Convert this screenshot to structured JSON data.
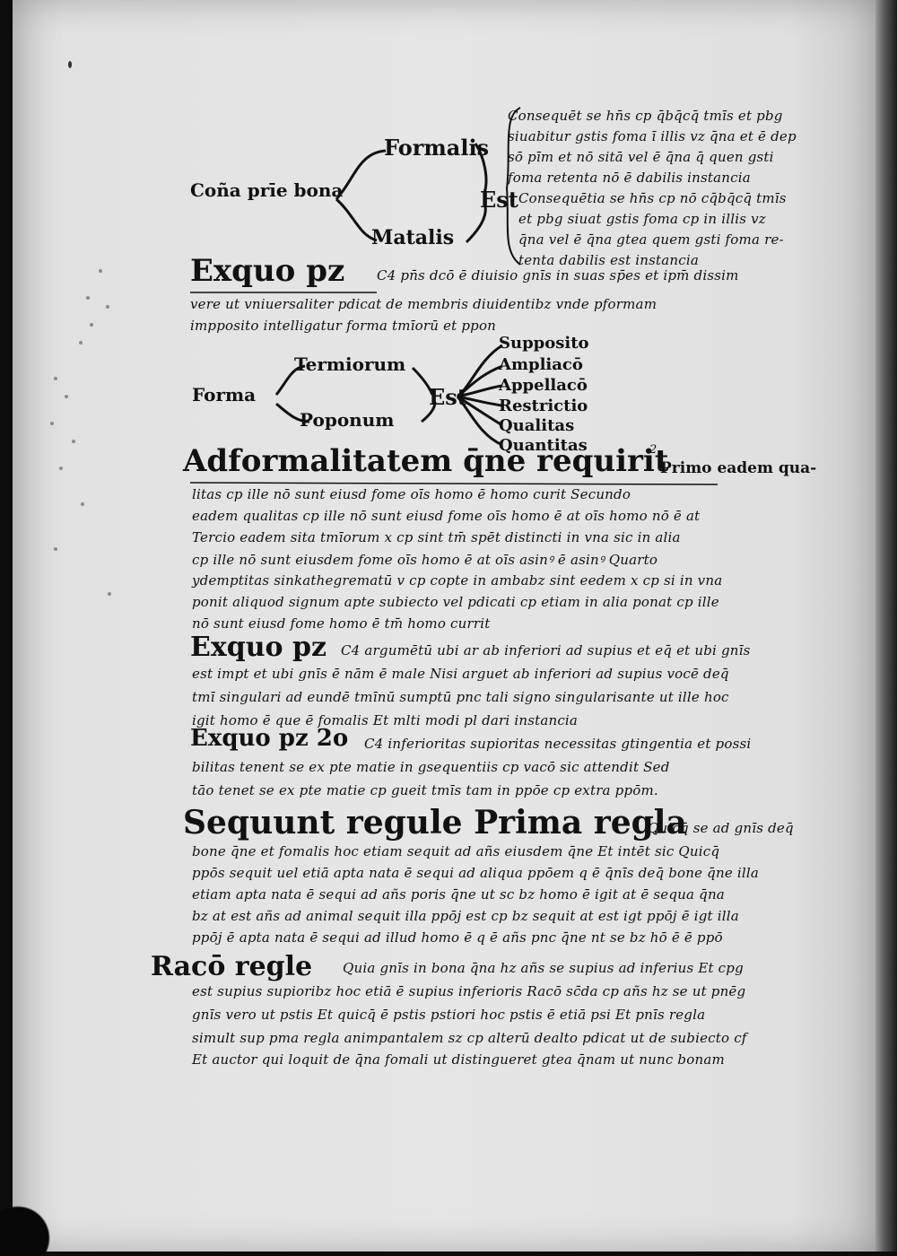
{
  "diagram1": {
    "root": "Coña prīe bona",
    "branch_top": "Formalis",
    "branch_bottom": "Matalis",
    "joiner": "Est",
    "def_top": [
      "Consequēt se hn̄s cp q̄bq̄cq̄ tmīs et pbg",
      "siuabitur gstis foma ī illis vz q̄na et ē dep",
      "sō pīm et nō sitā vel ē q̄na q̄ quen gsti",
      "foma retenta nō ē dabilis instancia"
    ],
    "def_bottom": [
      "Consequētia se hn̄s cp nō cq̄bq̄cq̄ tmīs",
      "et pbg siuat gstis foma cp in illis vz",
      "q̄na vel ē q̄na gtea quem gsti foma re-",
      "tenta dabilis est instancia"
    ]
  },
  "para1": {
    "head": "Exquo pz",
    "lines": [
      "C4 pn̄s dcō ē diuisio gnīs in suas sp̄es et ipm̄ dissim",
      "vere ut vniuersaliter pdicat de membris diuidentibz vnde pformam",
      "impposito intelligatur forma tmīorū et ppon"
    ]
  },
  "diagram2": {
    "root": "Forma",
    "branch_top": "Termiorum",
    "branch_bottom": "Poponum",
    "joiner": "Est",
    "leaves": [
      "Supposito",
      "Ampliacō",
      "Appellacō",
      "Restrictio",
      "Qualitas",
      "Quantitas"
    ]
  },
  "para2": {
    "head": "Adformalitatem q̄ne requirit",
    "superscript": "2",
    "first_tail": "Primo eadem qua-",
    "lines": [
      "litas cp ille nō sunt eiusd fome oīs homo ē homo curit Secundo",
      "eadem qualitas cp ille nō sunt eiusd fome oīs homo ē at oīs homo nō ē at",
      "Tercio eadem sita tmīorum x cp sint tm̄ spēt distincti in vna sic in alia",
      "cp ille nō sunt eiusdem fome oīs homo ē at oīs asinꝰ ē asinꝰ Quarto",
      "ydemptitas sinkathegrematū v cp copte in ambabz sint eedem x cp si in vna",
      "ponit aliquod signum apte subiecto vel pdicati cp etiam in alia ponat cp ille",
      "nō sunt eiusd fome homo ē tm̄ homo currit"
    ]
  },
  "para3": {
    "head": "Exquo pz",
    "lines": [
      "C4 argumētū ubi ar ab inferiori ad supius et eq̄ et ubi gnīs",
      "est impt et ubi gnīs ē nām ē male Nisi arguet ab inferiori ad supius vocē deq̄",
      "tmī singulari ad eundē tmīnū sumptū pnc tali signo singularisante ut ille hoc",
      "igit homo ē que ē fomalis Et mlti modi pl dari instancia"
    ]
  },
  "para4": {
    "head": "Exquo pz 2o",
    "lines": [
      "C4 inferioritas supioritas necessitas gtingentia et possi",
      "bilitas tenent se ex pte matie in gsequentiis cp vacō sic attendit Sed",
      "tāo tenet se ex pte matie cp gueit tmīs tam in ppōe cp extra ppōm."
    ]
  },
  "para5": {
    "head": "Sequunt regule Prima regla",
    "first_tail": "Quicq̄ se ad gnīs deq̄",
    "lines": [
      "bone q̄ne et fomalis hoc etiam sequit ad añs eiusdem q̄ne Et intēt sic Quicq̄",
      "ppōs sequit uel etiā apta nata ē sequi ad aliqua ppōem q ē q̄nīs deq̄ bone q̄ne illa",
      "etiam apta nata ē sequi ad añs poris q̄ne ut sc bz homo ē igit at ē sequa q̄na",
      "bz at est añs ad animal sequit illa ppōj est cp bz sequit at est igt ppōj ē igt illa",
      "ppōj ē apta nata ē sequi ad illud homo ē q ē añs pnc q̄ne nt se bz hō ē ē ppō"
    ]
  },
  "para6": {
    "head": "Racō regle",
    "lines": [
      "Quia gnīs in bona q̄na hz añs se supius ad inferius Et cpg",
      "est supius supioribz hoc etiā ē supius inferioris Racō sc̄da cp añs hz se ut pnēg",
      "gnīs vero ut pstis Et quicq̄ ē pstis pstiori hoc pstis ē etiā psi Et pnīs regla",
      "simult sup pma regla animpantalem sz cp alterū dealto pdicat ut de subiecto cf",
      "Et auctor qui loquit de q̄na fomali ut distingueret gtea q̄nam ut nunc bonam"
    ]
  }
}
